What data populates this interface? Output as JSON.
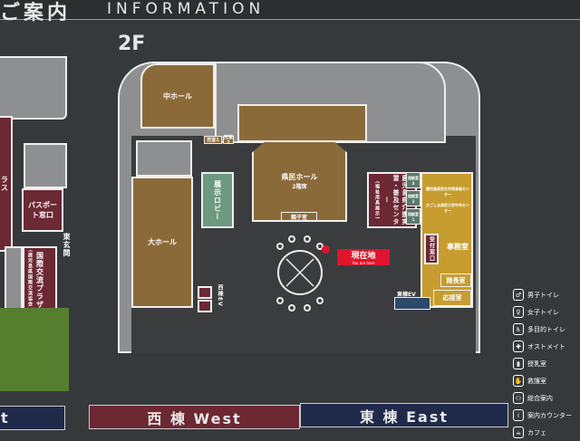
{
  "header": {
    "title_jp": "ご案内",
    "title_en": "INFORMATION",
    "floor": "2F"
  },
  "rooms": {
    "middle_hall": "中ホール",
    "large_hall": "大ホール",
    "citizens_hall": "県民ホール",
    "citizens_hall_sub": "2階席",
    "parent_child_room": "親子室",
    "exhibition_lobby": "展示ロビー",
    "care_center": "鹿児島県介護実習・普及センター",
    "care_center_sub": "(福祉用具展示)",
    "gender_center": "鹿児島県男女共同参画センター",
    "university_center": "かごしま県民大学中央センター",
    "reception": "受付窓口",
    "office": "事務室",
    "director_room": "館長室",
    "reception_room": "応接室",
    "green_room_1": "控室1",
    "green_room_2": "控室2",
    "meeting_rooms": [
      "相談室3",
      "相談室2",
      "相談室1"
    ],
    "passport": "パスポート窓口",
    "intl_plaza": "国際交流プラザ",
    "intl_plaza_sub": "(鹿児島県国際交流協会)",
    "east_entrance": "東玄関",
    "west_ev": "西棟EV",
    "east_ev": "東棟EV",
    "left_partial": "ラス"
  },
  "you_are_here": {
    "label": "現在地",
    "sub": "You are here",
    "color": "#e0142c"
  },
  "legend": [
    {
      "icon": "male-toilet-icon",
      "glyph": "♂",
      "label": "男子トイレ"
    },
    {
      "icon": "female-toilet-icon",
      "glyph": "♀",
      "label": "女子トイレ"
    },
    {
      "icon": "accessible-toilet-icon",
      "glyph": "♿",
      "label": "多目的トイレ"
    },
    {
      "icon": "ostomate-icon",
      "glyph": "✚",
      "label": "オストメイト"
    },
    {
      "icon": "nursing-room-icon",
      "glyph": "▮",
      "label": "授乳室"
    },
    {
      "icon": "first-aid-icon",
      "glyph": "✋",
      "label": "救護室"
    },
    {
      "icon": "general-info-icon",
      "glyph": "⚇",
      "label": "総合案内"
    },
    {
      "icon": "info-counter-icon",
      "glyph": "i",
      "label": "案内カウンター"
    },
    {
      "icon": "cafe-icon",
      "glyph": "☕",
      "label": "カフェ"
    }
  ],
  "buildings": {
    "left_partial": "t",
    "west": "西 棟 West",
    "east": "東 棟 East"
  },
  "colors": {
    "background": "#36393b",
    "hall": "#8b6a3a",
    "office": "#c79d2f",
    "maroon": "#6c2833",
    "lobby": "#6b9a80",
    "east_bar": "#1f2a4a"
  }
}
